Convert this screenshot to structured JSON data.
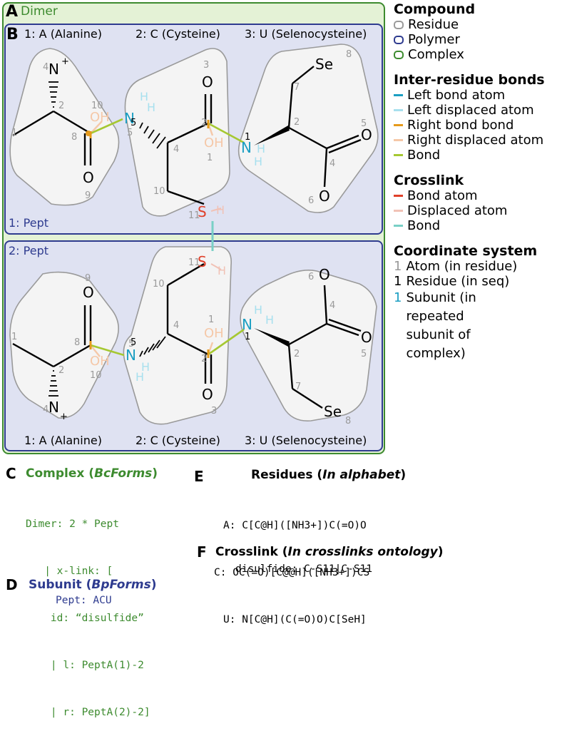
{
  "panel_a": {
    "letter": "A",
    "label": "Dimer"
  },
  "panel_b": {
    "letter": "B"
  },
  "polymer_top": {
    "label": "1: Pept"
  },
  "polymer_bottom": {
    "label": "2: Pept"
  },
  "residues": {
    "r1": "1: A (Alanine)",
    "r2": "2: C (Cysteine)",
    "r3": "3: U (Selenocysteine)"
  },
  "legend": {
    "compound": {
      "title": "Compound",
      "items": [
        "Residue",
        "Polymer",
        "Complex"
      ]
    },
    "inter_residue": {
      "title": "Inter-residue bonds",
      "items": [
        "Left bond atom",
        "Left displaced atom",
        "Right bond bond",
        "Right displaced atom",
        "Bond"
      ]
    },
    "crosslink": {
      "title": "Crosslink",
      "items": [
        "Bond atom",
        "Displaced atom",
        "Bond"
      ]
    },
    "coordinate": {
      "title": "Coordinate system",
      "items": [
        {
          "num": "1",
          "text": "Atom (in residue)"
        },
        {
          "num": "1",
          "text": "Residue (in seq)"
        },
        {
          "num": "1",
          "text": "Subunit (in repeated subunit of complex)"
        }
      ]
    }
  },
  "colors": {
    "residue": "#9a9a9a",
    "polymer": "#2e3b8f",
    "complex": "#3d8b2f",
    "left_bond_atom": "#1b9ec2",
    "left_displaced": "#a8e0ee",
    "right_bond_atom": "#e59a1c",
    "right_displaced": "#f5c8a8",
    "bond": "#a6c832",
    "xlink_atom": "#e0402a",
    "xlink_displaced": "#f1c2b6",
    "xlink_bond": "#79d0c6"
  },
  "atoms": {
    "N": "N",
    "O": "O",
    "OH": "OH",
    "S": "S",
    "H": "H",
    "Se": "Se",
    "H3": "H",
    "plus": "+"
  },
  "section_c": {
    "letter": "C",
    "title": "Complex (",
    "title_em": "BcForms",
    "title_end": ")",
    "code": [
      "Dimer: 2 * Pept",
      "   | x-link: [",
      "    id: “disulfide”",
      "    | l: PeptA(1)-2",
      "    | r: PeptA(2)-2]"
    ]
  },
  "section_d": {
    "letter": "D",
    "title": "Subunit (",
    "title_em": "BpForms",
    "title_end": ")",
    "code": "Pept: ACU"
  },
  "section_e": {
    "letter": "E",
    "title": "Residues (",
    "title_em": "In alphabet",
    "title_end": ")",
    "code": [
      "A: C[C@H]([NH3+])C(=O)O",
      "C: OC(=O)[C@@H]([NH3+])CS",
      "U: N[C@H](C(=O)O)C[SeH]"
    ]
  },
  "section_f": {
    "letter": "F",
    "title": "Crosslink (",
    "title_em": "In crosslinks ontology",
    "title_end": ")",
    "code": "disulfide: C-S11|C-S11"
  }
}
